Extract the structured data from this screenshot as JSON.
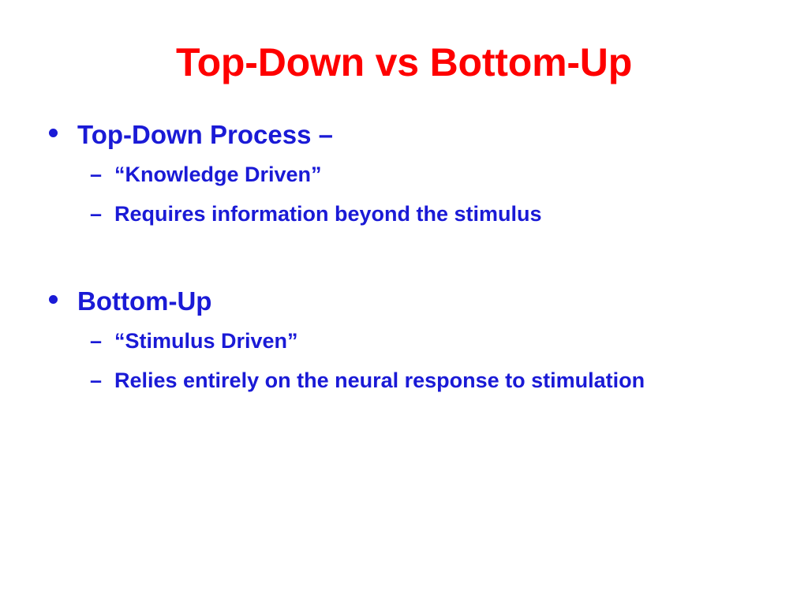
{
  "slide": {
    "title": "Top-Down vs Bottom-Up",
    "title_color": "#fe0000",
    "body_color": "#1a1ad6",
    "background_color": "#ffffff",
    "groups": [
      {
        "heading": "Top-Down Process –",
        "heading_marker": "•",
        "sub_items": [
          {
            "marker": "–",
            "text": "“Knowledge Driven”"
          },
          {
            "marker": "–",
            "text": "Requires information beyond the stimulus"
          }
        ]
      },
      {
        "heading": "Bottom-Up",
        "heading_marker": "•",
        "sub_items": [
          {
            "marker": "–",
            "text": "“Stimulus Driven”"
          },
          {
            "marker": "–",
            "text": "Relies entirely on the neural response to stimulation"
          }
        ]
      }
    ]
  }
}
